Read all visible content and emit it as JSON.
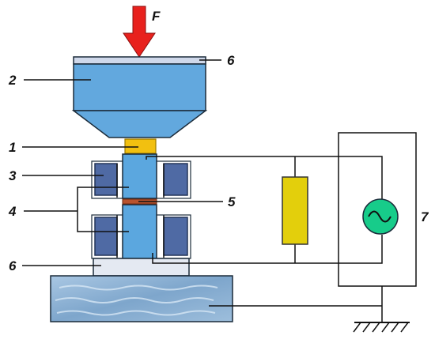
{
  "force": {
    "label": "F",
    "color": "#e8211d"
  },
  "labels": {
    "n1": "1",
    "n2": "2",
    "n3": "3",
    "n4": "4",
    "n5": "5",
    "n6_top": "6",
    "n6_bottom": "6",
    "n7": "7"
  },
  "colors": {
    "punch": "#62a8de",
    "plate": "#cfd8ea",
    "electrode": "#5ba7df",
    "clamp": "#4f6aa4",
    "sample_layer": "#b9532e",
    "spacer": "#f2c010",
    "resistor": "#e3cf0c",
    "ac_source": "#17cc8a",
    "table": "#8eb4d6",
    "wire": "#111111"
  },
  "icons": {
    "ac_source": "sine-wave-icon",
    "ground": "ground-icon",
    "force": "force-arrow-icon"
  }
}
